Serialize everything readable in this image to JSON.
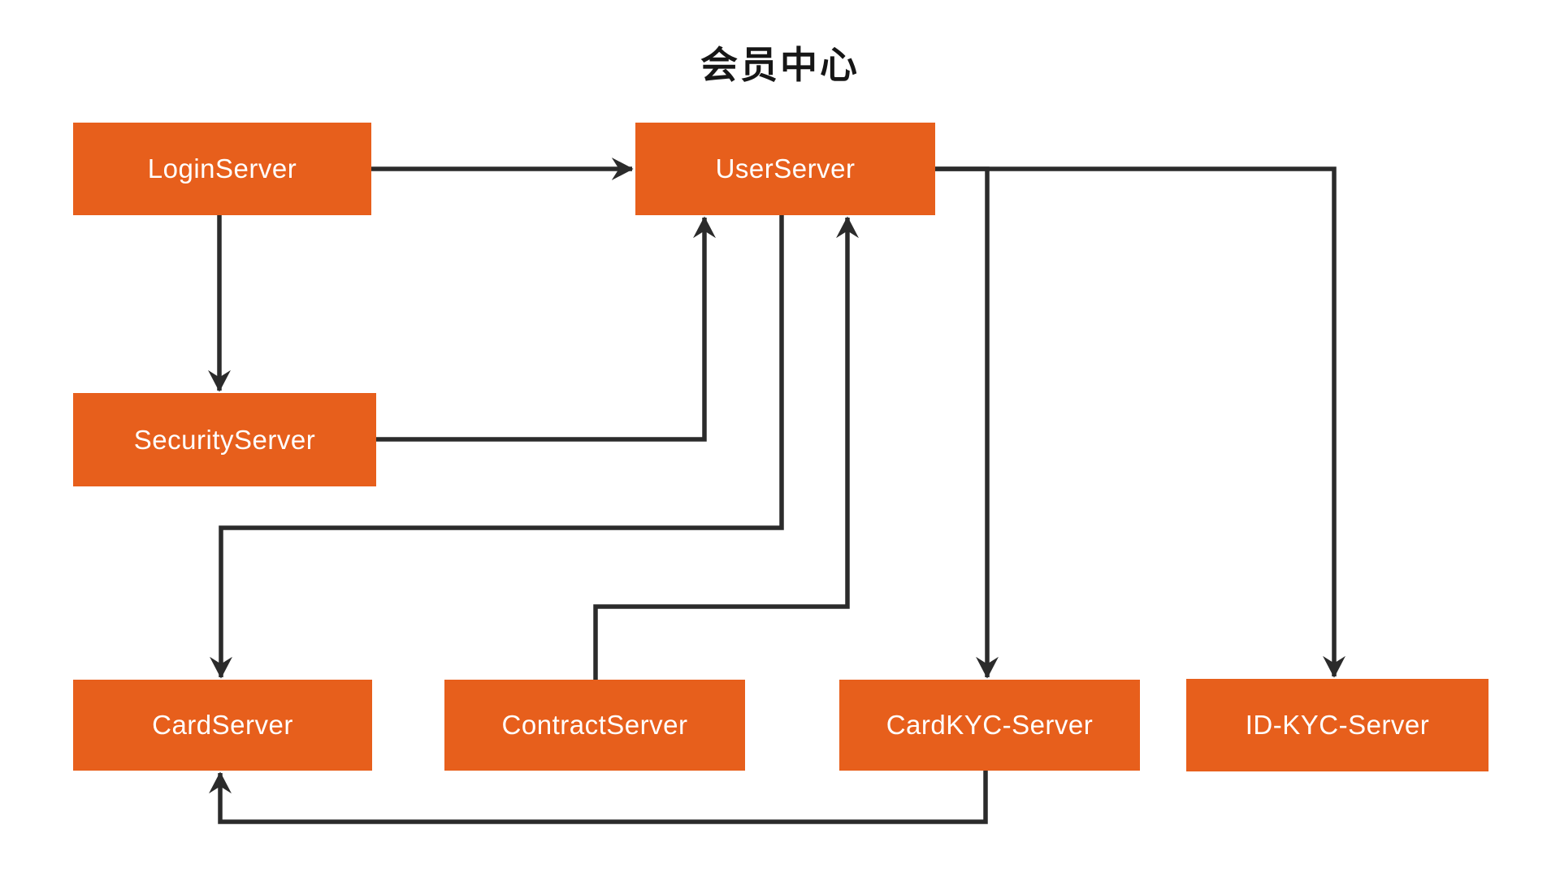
{
  "title": "会员中心",
  "colors": {
    "node_fill": "#e75f1c",
    "node_text": "#ffffff",
    "edge": "#2b2b2b",
    "title_text": "#161616",
    "background": "#ffffff"
  },
  "nodes": [
    {
      "id": "login",
      "label": "LoginServer"
    },
    {
      "id": "user",
      "label": "UserServer"
    },
    {
      "id": "security",
      "label": "SecurityServer"
    },
    {
      "id": "card",
      "label": "CardServer"
    },
    {
      "id": "contract",
      "label": "ContractServer"
    },
    {
      "id": "cardkyc",
      "label": "CardKYC-Server"
    },
    {
      "id": "idkyc",
      "label": "ID-KYC-Server"
    }
  ],
  "edges": [
    {
      "from": "LoginServer",
      "to": "UserServer"
    },
    {
      "from": "LoginServer",
      "to": "SecurityServer"
    },
    {
      "from": "SecurityServer",
      "to": "UserServer"
    },
    {
      "from": "UserServer",
      "to": "CardServer"
    },
    {
      "from": "ContractServer",
      "to": "UserServer"
    },
    {
      "from": "UserServer",
      "to": "CardKYC-Server"
    },
    {
      "from": "UserServer",
      "to": "ID-KYC-Server"
    },
    {
      "from": "CardKYC-Server",
      "to": "CardServer"
    }
  ]
}
